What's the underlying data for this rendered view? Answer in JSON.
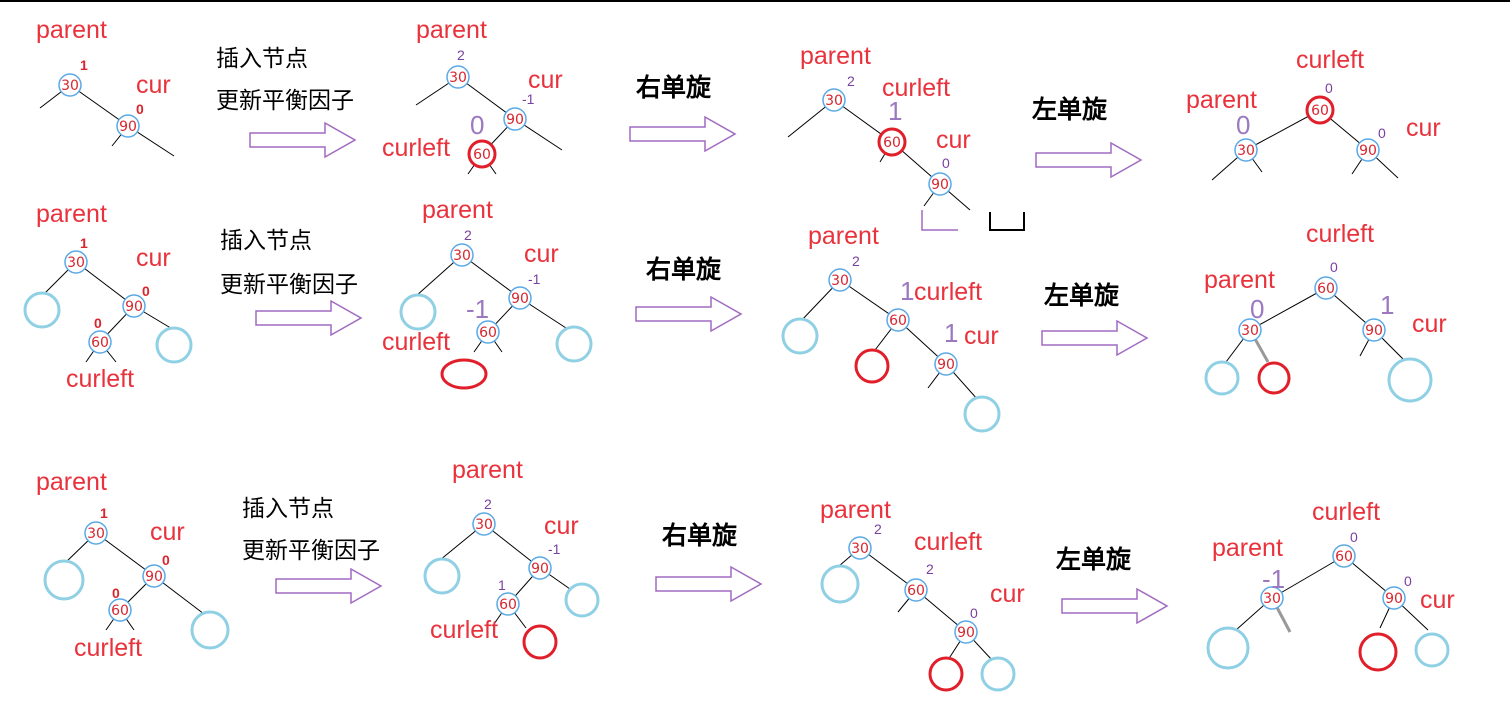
{
  "labels": {
    "parent": "parent",
    "cur": "cur",
    "curleft": "curleft"
  },
  "steps": {
    "insert_line1": "插入节点",
    "insert_line2": "更新平衡因子",
    "rotate_right": "右单旋",
    "rotate_left": "左单旋"
  },
  "nodes": {
    "n30": "30",
    "n60": "60",
    "n90": "90"
  },
  "balance_factors": {
    "row1": {
      "init_parent": "1",
      "init_cur": "0",
      "ins_parent": "2",
      "ins_cur": "-1",
      "ins_curleft": "0",
      "rr_parent": "2",
      "rr_curleft": "1",
      "rr_cur": "0",
      "rl_curleft": "0",
      "rl_parent": "0",
      "rl_cur": "0"
    },
    "row2": {
      "init_parent": "1",
      "init_cur": "0",
      "init_curleft": "0",
      "ins_parent": "2",
      "ins_cur": "-1",
      "ins_curleft": "-1",
      "rr_parent": "2",
      "rr_curleft": "1",
      "rr_cur": "1",
      "rl_curleft": "0",
      "rl_parent": "0",
      "rl_cur": "1"
    },
    "row3": {
      "init_parent": "1",
      "init_cur": "0",
      "init_curleft": "0",
      "ins_parent": "2",
      "ins_cur": "-1",
      "ins_curleft": "1",
      "rr_parent": "2",
      "rr_curleft": "2",
      "rr_cur": "0",
      "rl_curleft": "0",
      "rl_parent": "-1",
      "rl_cur": "0"
    }
  },
  "colors": {
    "label_red": "#e8323c",
    "node_blue": "#5aa9e6",
    "subtree_blue": "#8fd0e4",
    "new_node_red": "#e01f2a",
    "arrow_purple": "#a06ac0",
    "bf_purple": "#9b78c0"
  }
}
